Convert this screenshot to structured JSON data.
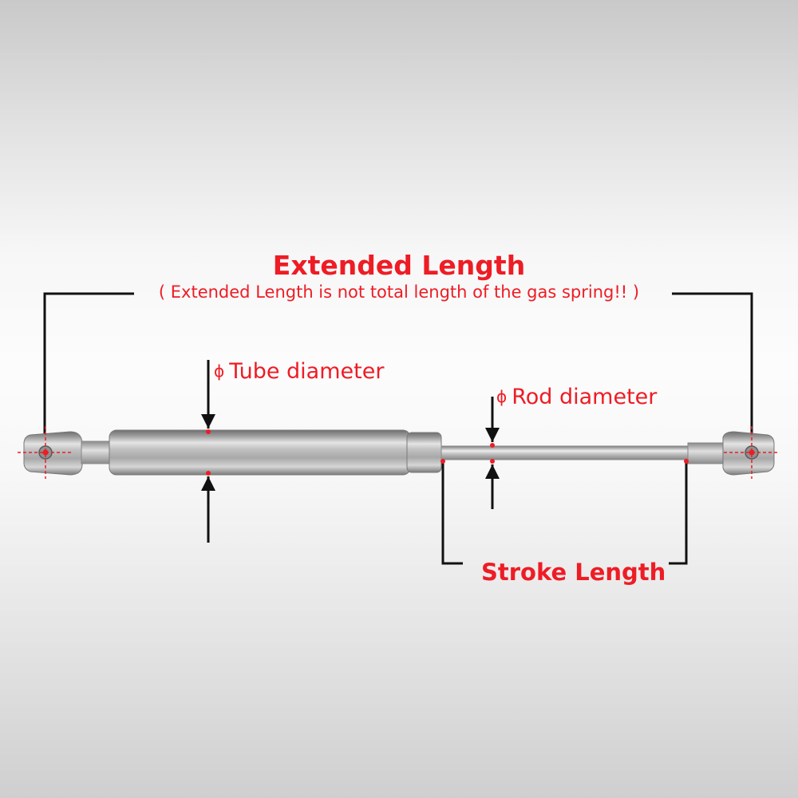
{
  "title": "Extended Length",
  "subtitle": "( Extended Length is not total length of the gas spring!! )",
  "labels": {
    "phi_symbol": "ϕ",
    "tube_diameter": "Tube diameter",
    "rod_diameter": "Rod diameter",
    "stroke_length": "Stroke Length"
  },
  "colors": {
    "annotation_red": "#ee1c25",
    "dimension_line": "#111111"
  },
  "icons": {
    "arrow": "down-arrow-icon / up-arrow-icon",
    "crosshair": "crosshair-icon"
  }
}
